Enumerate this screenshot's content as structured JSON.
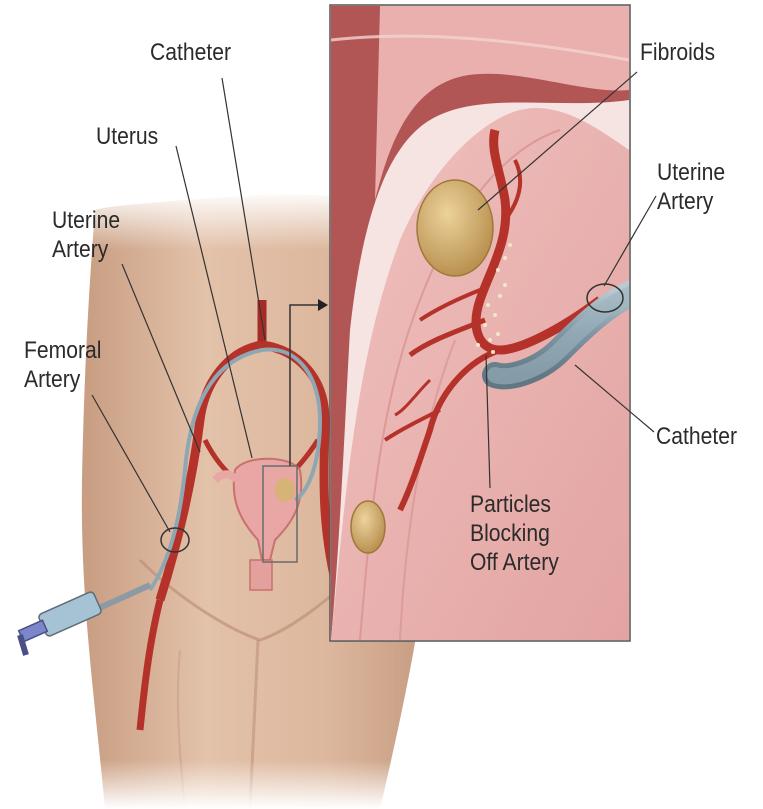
{
  "diagram": {
    "labels": {
      "catheter_main": "Catheter",
      "uterus": "Uterus",
      "uterine_artery_left": [
        "Uterine",
        "Artery"
      ],
      "femoral_artery": [
        "Femoral",
        "Artery"
      ],
      "fibroids": "Fibroids",
      "uterine_artery_inset": [
        "Uterine",
        "Artery"
      ],
      "catheter_inset": "Catheter",
      "particles": [
        "Particles",
        "Blocking",
        "Off Artery"
      ]
    }
  },
  "colors": {
    "skin": "#dcb79e",
    "artery": "#b5322b",
    "tissue": "#e9b0ad",
    "fibroid": "#d6b377",
    "catheter": "#8fa6b3"
  }
}
